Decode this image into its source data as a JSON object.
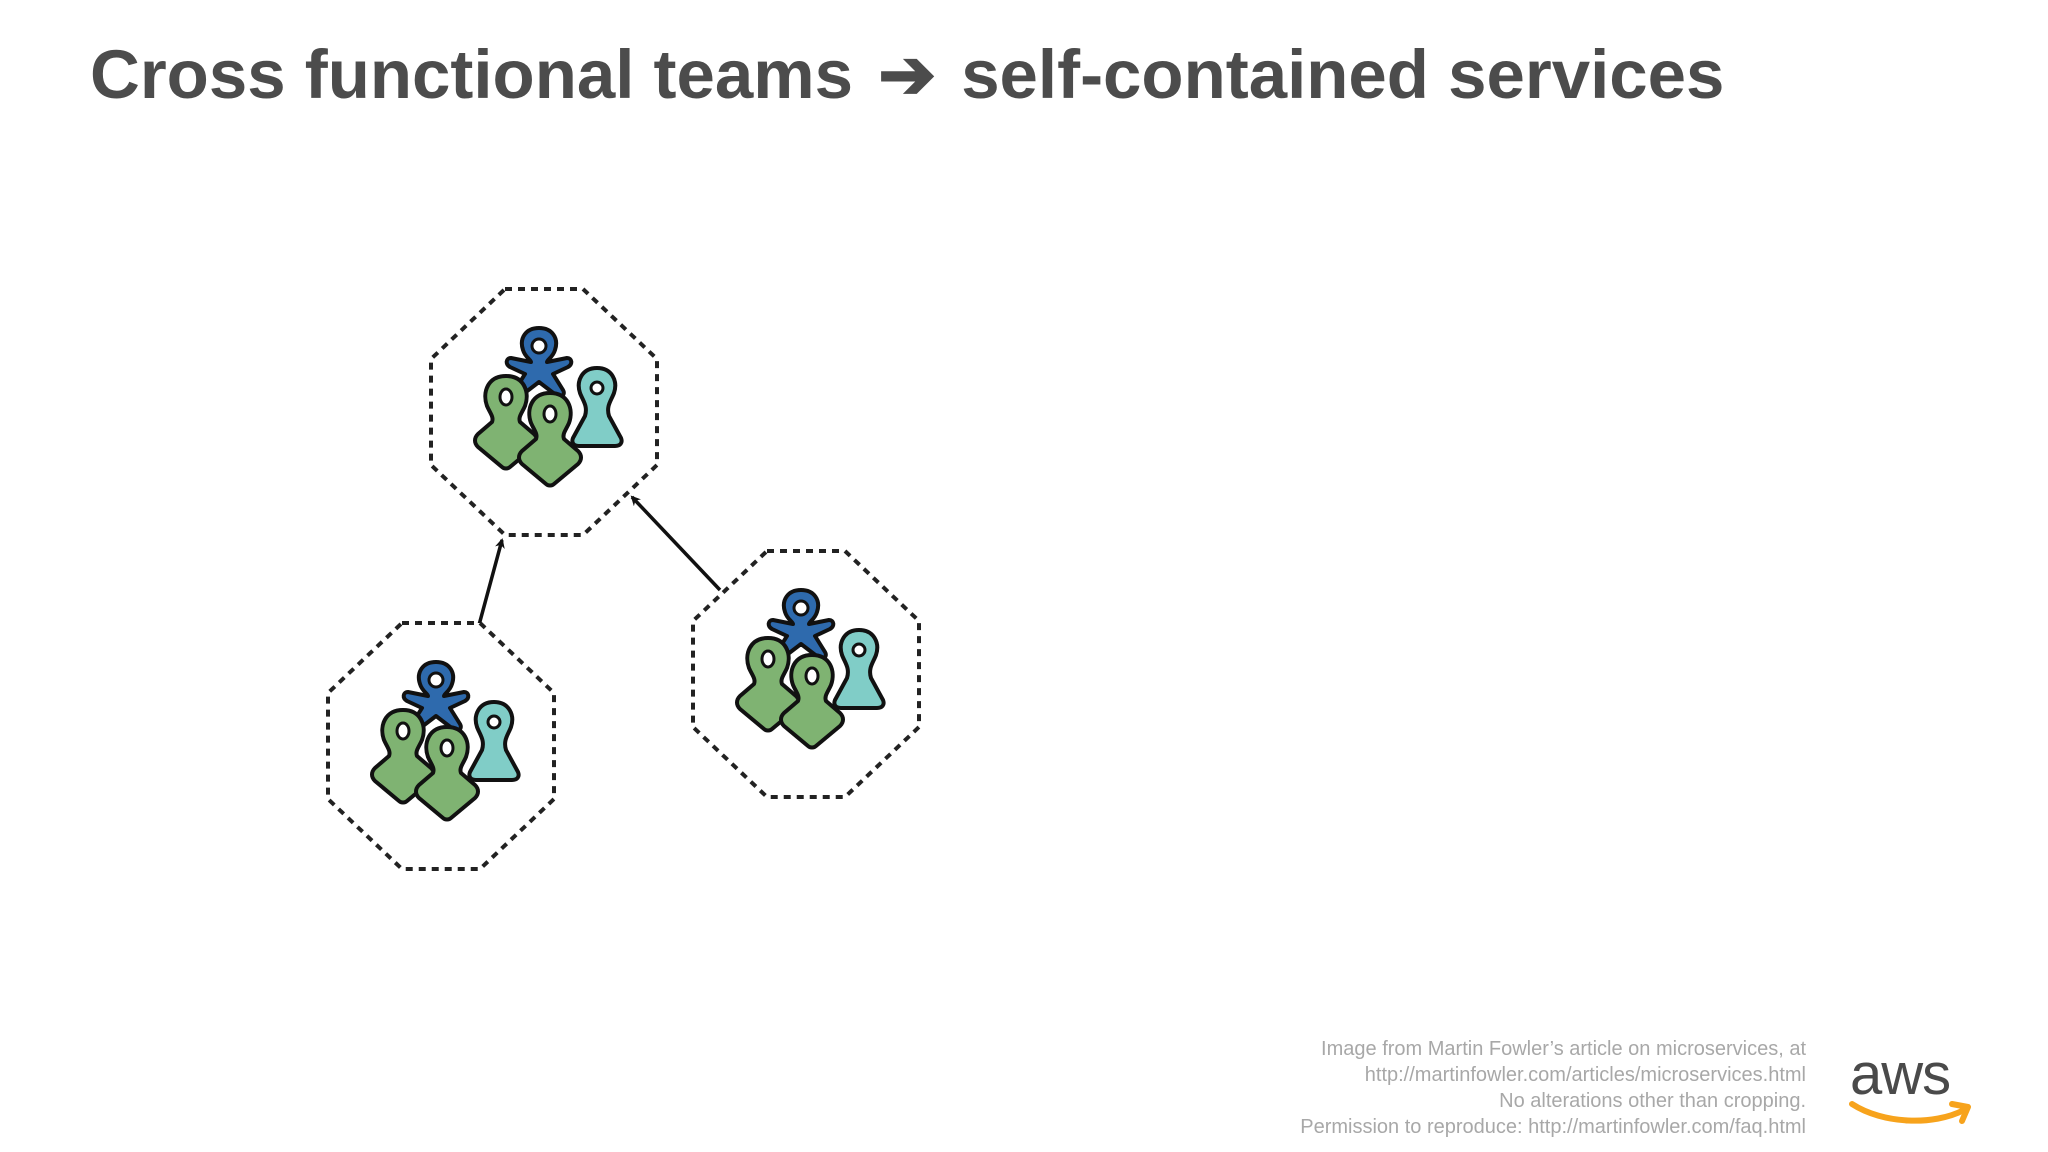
{
  "slide": {
    "title_left": "Cross functional teams",
    "title_arrow": "➔",
    "title_right": "self-contained services"
  },
  "diagram": {
    "teams": [
      {
        "id": "team-top",
        "members": [
          "lead",
          "green-1",
          "green-2",
          "teal"
        ]
      },
      {
        "id": "team-bottom-left",
        "members": [
          "lead",
          "green-1",
          "green-2",
          "teal"
        ]
      },
      {
        "id": "team-bottom-right",
        "members": [
          "lead",
          "green-1",
          "green-2",
          "teal"
        ]
      }
    ],
    "colors": {
      "lead": "#2e6aad",
      "green": "#7fb372",
      "teal": "#80cdc7",
      "outline": "#111111"
    }
  },
  "attribution": {
    "line1": "Image from Martin Fowler’s article on microservices, at",
    "line2": "http://martinfowler.com/articles/microservices.html",
    "line3": "No alterations other than cropping.",
    "line4": "Permission to reproduce: http://martinfowler.com/faq.html"
  },
  "logo": {
    "text": "aws",
    "smile_color": "#f7a31c"
  }
}
